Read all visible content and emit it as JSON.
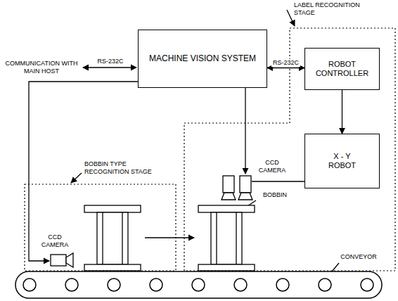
{
  "diagram": {
    "nodes": [
      {
        "text": [
          "MACHINE VISION SYSTEM"
        ]
      },
      {
        "text": [
          "LABEL RECOGNITION STAGE"
        ]
      },
      {
        "text": [
          "ROBOT CONTROLLER"
        ],
        "in": 1
      },
      {
        "text": [
          "X - Y ROBOT"
        ],
        "in": 1
      },
      {
        "text": [
          "BOBBIN TYPE RECOGNITION STAGE"
        ]
      }
    ],
    "edges": [
      {
        "from": 0,
        "to": 2,
        "arrow": "both",
        "label": "RS-232C"
      },
      {
        "from": 2,
        "to": 3,
        "arrow": "to"
      }
    ],
    "labels": [
      "COMMUNICATION WITH MAIN HOST",
      "RS-232C",
      "CCD CAMERA",
      "BOBBIN",
      "CCD CAMERA",
      "CONVEYOR"
    ]
  }
}
